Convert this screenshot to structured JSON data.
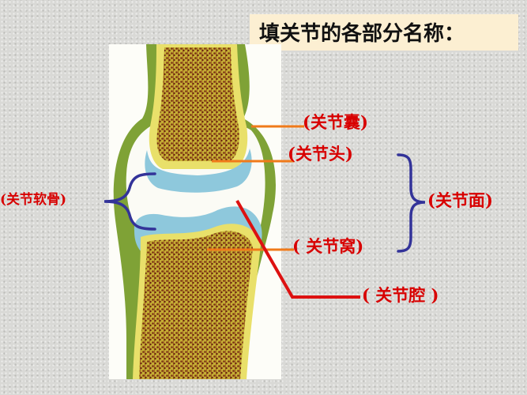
{
  "title": "填关节的各部分名称：",
  "labels": {
    "capsule": "关节囊",
    "head": "关节头",
    "socket": "关节窝",
    "cartilage": "关节软骨",
    "surface": "关节面",
    "cavity": "关节腔"
  },
  "colors": {
    "label_red": "#d80000",
    "leader_orange": "#f07a1a",
    "leader_red": "#dd1111",
    "brace_blue": "#333399",
    "capsule_green": "#7fa236",
    "cartilage_blue": "#8ec8dc",
    "bone_brown": "#7a2e12",
    "bone_yellow": "#c9b43a"
  }
}
